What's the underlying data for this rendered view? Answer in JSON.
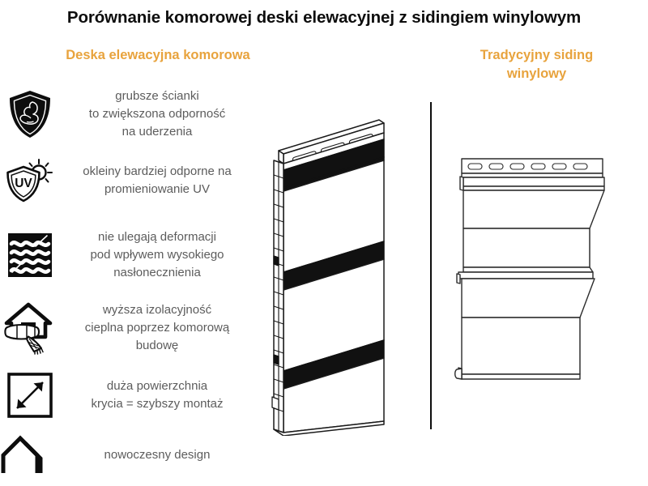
{
  "title": "Porównanie komorowej deski elewacyjnej z sidingiem winylowym",
  "columns": {
    "left": {
      "heading": "Deska elewacyjna komorowa",
      "illustration_name": "chambered-facade-board-diagram"
    },
    "right": {
      "heading_line1": "Tradycyjny siding",
      "heading_line2": "winylowy",
      "illustration_name": "vinyl-siding-diagram"
    }
  },
  "features": [
    {
      "icon": "shield-muscle-icon",
      "lines": [
        "grubsze ścianki",
        "to zwiększona odporność",
        "na uderzenia"
      ]
    },
    {
      "icon": "uv-shield-sun-icon",
      "lines": [
        "okleiny bardziej odporne na",
        "promieniowanie UV"
      ]
    },
    {
      "icon": "heat-waves-icon",
      "lines": [
        "nie ulegają deformacji",
        "pod wpływem wysokiego",
        "nasłonecznienia"
      ]
    },
    {
      "icon": "house-scarf-icon",
      "lines": [
        "wyższa izolacyjność",
        "cieplna poprzez komorową",
        "budowę"
      ]
    },
    {
      "icon": "diagonal-arrow-square-icon",
      "lines": [
        "duża powierzchnia",
        "krycia = szybszy montaż"
      ]
    },
    {
      "icon": "modern-house-outline-icon",
      "lines": [
        "nowoczesny design"
      ]
    }
  ],
  "colors": {
    "accent_orange": "#e8a33d",
    "title_black": "#0d0d0d",
    "body_gray": "#5c5c5c",
    "divider": "#0d0d0d",
    "background": "#ffffff"
  }
}
